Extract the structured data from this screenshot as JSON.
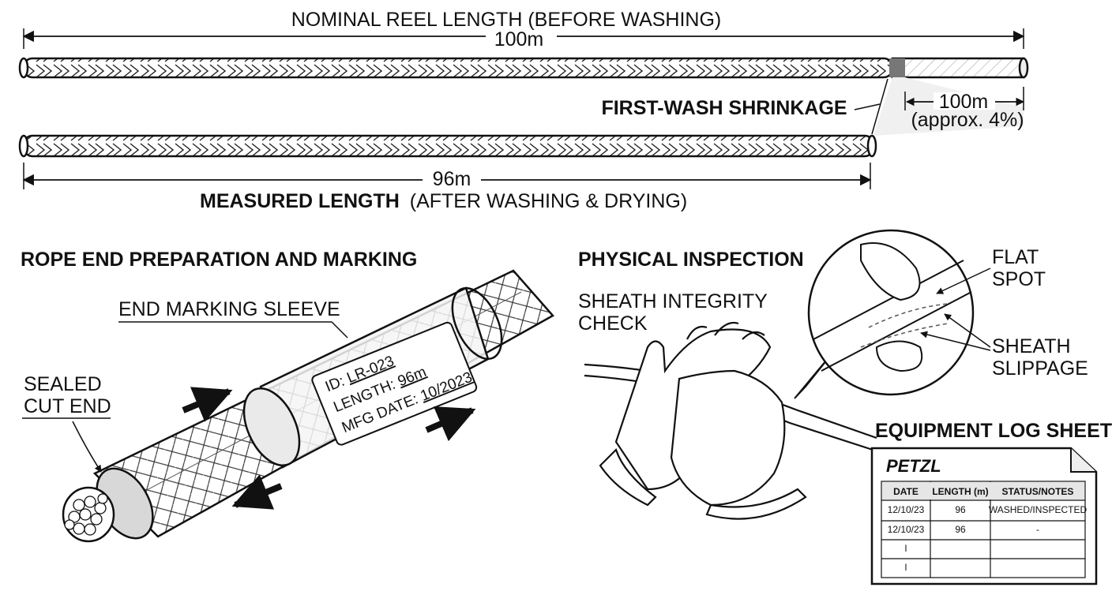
{
  "top_diagram": {
    "nominal_label": "NOMINAL REEL LENGTH (BEFORE WASHING)",
    "nominal_value": "100m",
    "shrink_title": "FIRST-WASH SHRINKAGE",
    "shrink_value": "100m",
    "shrink_percent": "(approx. 4%)",
    "measured_value": "96m",
    "measured_bold": "MEASURED LENGTH",
    "measured_rest": "(AFTER WASHING & DRYING)"
  },
  "rope_end": {
    "title": "ROPE END PREPARATION AND MARKING",
    "sleeve_label": "END MARKING SLEEVE",
    "sealed_label_1": "SEALED",
    "sealed_label_2": "CUT END",
    "tag_id_prefix": "ID: ",
    "tag_id": "LR-023",
    "tag_length_prefix": "LENGTH: ",
    "tag_length": "96m",
    "tag_mfg_prefix": "MFG DATE: ",
    "tag_mfg": "10/2023"
  },
  "inspection": {
    "title": "PHYSICAL INSPECTION",
    "check_1": "SHEATH INTEGRITY",
    "check_2": "CHECK",
    "flat_1": "FLAT",
    "flat_2": "SPOT",
    "slip_1": "SHEATH",
    "slip_2": "SLIPPAGE"
  },
  "log_sheet": {
    "title": "EQUIPMENT LOG SHEET",
    "brand": "PETZL",
    "columns": [
      "DATE",
      "LENGTH (m)",
      "STATUS/NOTES"
    ],
    "rows": [
      [
        "12/10/23",
        "96",
        "WASHED/INSPECTED"
      ],
      [
        "12/10/23",
        "96",
        "-"
      ],
      [
        "l",
        "",
        ""
      ],
      [
        "l",
        "",
        ""
      ]
    ]
  }
}
